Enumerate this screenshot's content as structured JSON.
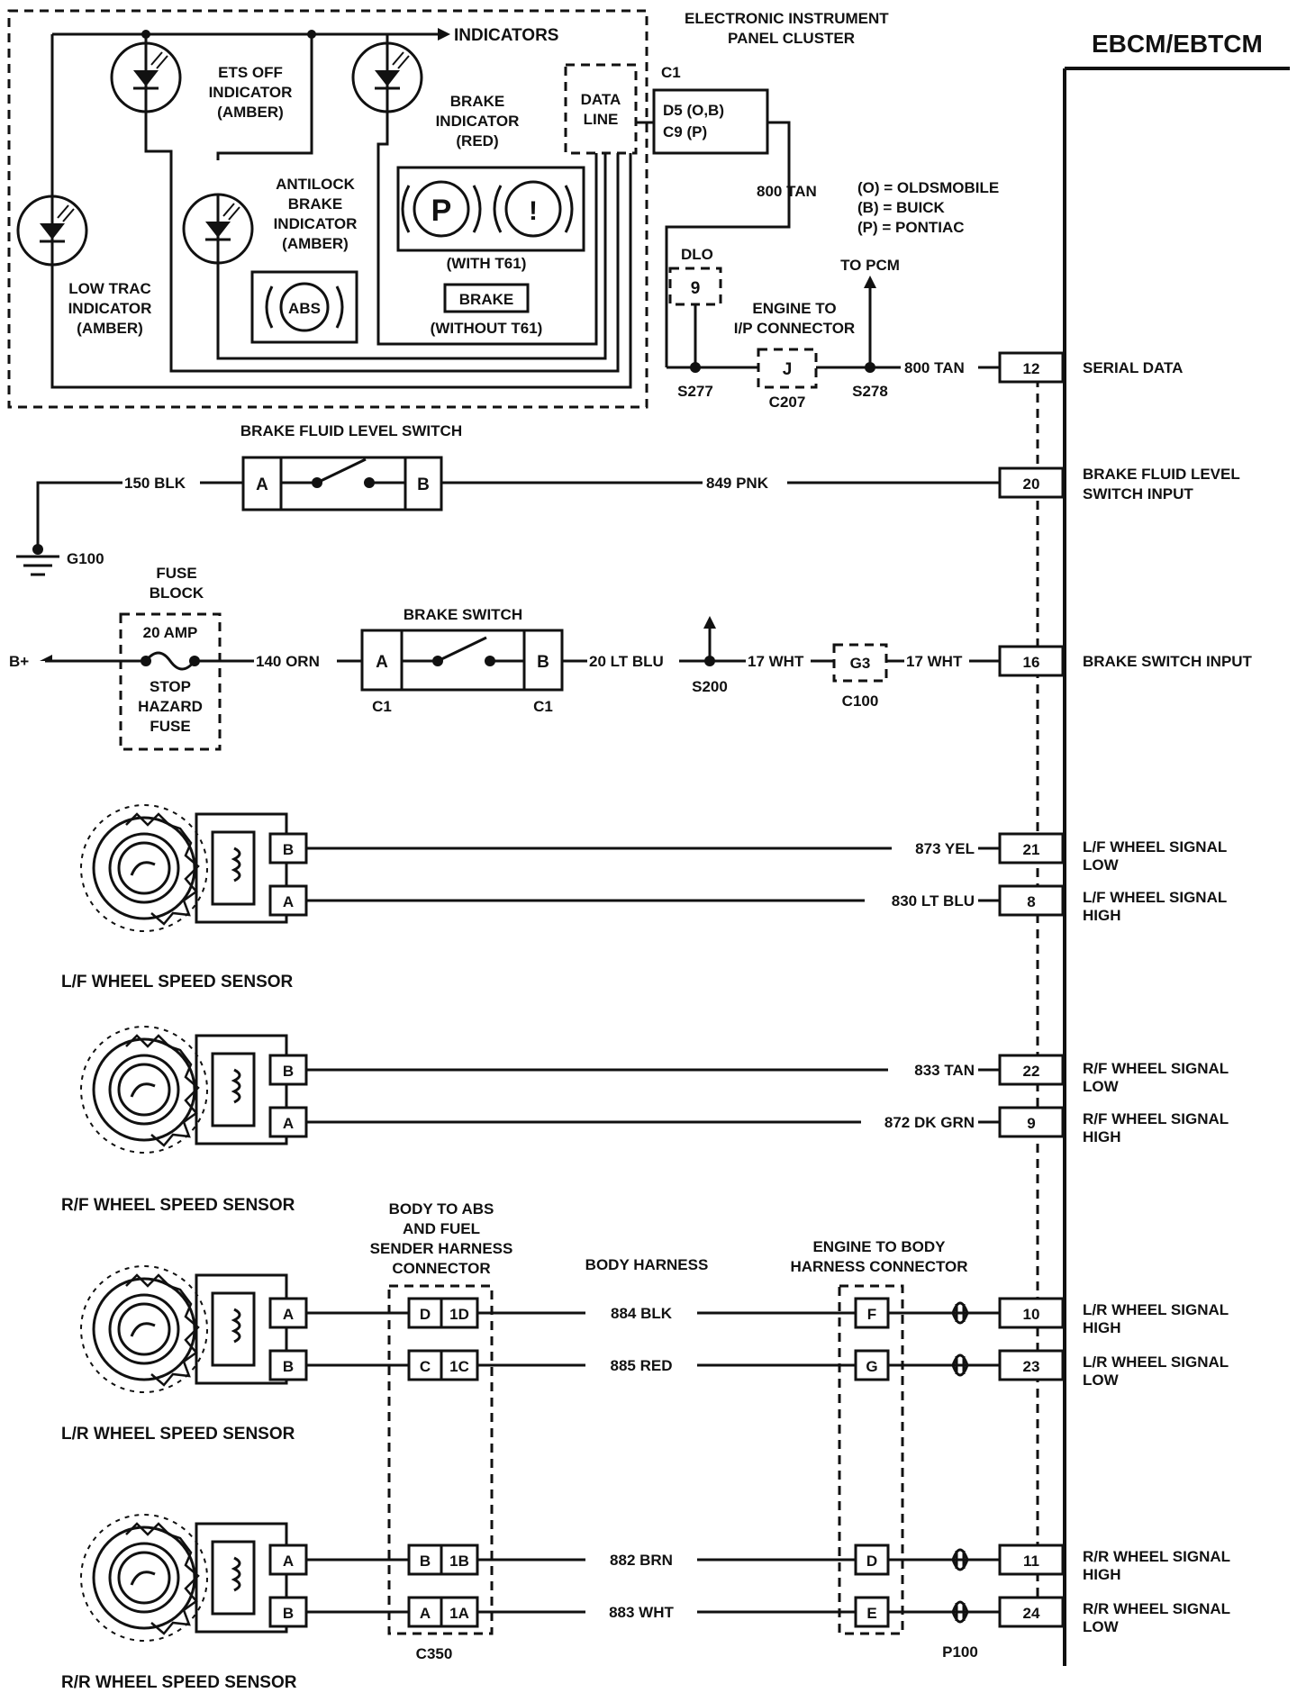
{
  "header": {
    "cluster_title_1": "ELECTRONIC INSTRUMENT",
    "cluster_title_2": "PANEL CLUSTER",
    "module": "EBCM/EBTCM"
  },
  "cluster": {
    "indicators_label": "INDICATORS",
    "ets_off": [
      "ETS OFF",
      "INDICATOR",
      "(AMBER)"
    ],
    "brake_ind": [
      "BRAKE",
      "INDICATOR",
      "(RED)"
    ],
    "antilock": [
      "ANTILOCK",
      "BRAKE",
      "INDICATOR",
      "(AMBER)"
    ],
    "low_trac": [
      "LOW TRAC",
      "INDICATOR",
      "(AMBER)"
    ],
    "data_line": [
      "DATA",
      "LINE"
    ],
    "abs_symbol": "ABS",
    "p_symbol": "P",
    "excl_symbol": "!",
    "with_t61": "(WITH T61)",
    "brake_word": "BRAKE",
    "without_t61": "(WITHOUT T61)"
  },
  "connector_c1": {
    "label": "C1",
    "pins": [
      "D5 (O,B)",
      "C9 (P)"
    ]
  },
  "serial": {
    "wire_tan_vertical": "800 TAN",
    "dlo": "DLO",
    "dlo_pin": "9",
    "to_pcm": "TO PCM",
    "eng_ip": [
      "ENGINE TO",
      "I/P CONNECTOR"
    ],
    "j": "J",
    "s277": "S277",
    "c207": "C207",
    "s278": "S278",
    "wire": "800 TAN",
    "pin": "12",
    "signal": "SERIAL DATA"
  },
  "legend": {
    "items": [
      "(O) = OLDSMOBILE",
      "(B) = BUICK",
      "(P) = PONTIAC"
    ]
  },
  "fluid": {
    "title": "BRAKE FLUID LEVEL SWITCH",
    "wire_left": "150 BLK",
    "a": "A",
    "b": "B",
    "wire_right": "849 PNK",
    "ground": "G100",
    "pin": "20",
    "signal": [
      "BRAKE FLUID LEVEL",
      "SWITCH INPUT"
    ]
  },
  "brake_switch": {
    "fuse_block": [
      "FUSE",
      "BLOCK"
    ],
    "amp": "20 AMP",
    "fuse_name": [
      "STOP",
      "HAZARD",
      "FUSE"
    ],
    "bplus": "B+",
    "wire1": "140 ORN",
    "title": "BRAKE SWITCH",
    "a": "A",
    "b": "B",
    "c1_left": "C1",
    "c1_right": "C1",
    "wire2": "20 LT BLU",
    "s200": "S200",
    "wire3": "17 WHT",
    "g3": "G3",
    "c100": "C100",
    "wire4": "17 WHT",
    "pin": "16",
    "signal": "BRAKE SWITCH INPUT"
  },
  "sensors": [
    {
      "name": "L/F WHEEL SPEED SENSOR",
      "pin_top": "B",
      "pin_bot": "A",
      "wire_top": "873 YEL",
      "wire_bot": "830 LT BLU",
      "cav_top": "21",
      "cav_bot": "8",
      "sig_top": [
        "L/F WHEEL SIGNAL",
        "LOW"
      ],
      "sig_bot": [
        "L/F WHEEL SIGNAL",
        "HIGH"
      ]
    },
    {
      "name": "R/F WHEEL SPEED SENSOR",
      "pin_top": "B",
      "pin_bot": "A",
      "wire_top": "833 TAN",
      "wire_bot": "872 DK GRN",
      "cav_top": "22",
      "cav_bot": "9",
      "sig_top": [
        "R/F WHEEL SIGNAL",
        "LOW"
      ],
      "sig_bot": [
        "R/F WHEEL SIGNAL",
        "HIGH"
      ]
    },
    {
      "name": "L/R WHEEL SPEED SENSOR",
      "pin_top": "A",
      "pin_bot": "B",
      "c350_top": [
        "D",
        "1D"
      ],
      "c350_bot": [
        "C",
        "1C"
      ],
      "wire_top": "884 BLK",
      "wire_bot": "885 RED",
      "eng_top": "F",
      "eng_bot": "G",
      "cav_top": "10",
      "cav_bot": "23",
      "sig_top": [
        "L/R WHEEL SIGNAL",
        "HIGH"
      ],
      "sig_bot": [
        "L/R WHEEL SIGNAL",
        "LOW"
      ]
    },
    {
      "name": "R/R WHEEL SPEED SENSOR",
      "pin_top": "A",
      "pin_bot": "B",
      "c350_top": [
        "B",
        "1B"
      ],
      "c350_bot": [
        "A",
        "1A"
      ],
      "wire_top": "882 BRN",
      "wire_bot": "883 WHT",
      "eng_top": "D",
      "eng_bot": "E",
      "cav_top": "11",
      "cav_bot": "24",
      "sig_top": [
        "R/R WHEEL SIGNAL",
        "HIGH"
      ],
      "sig_bot": [
        "R/R WHEEL SIGNAL",
        "LOW"
      ]
    }
  ],
  "rear": {
    "body_abs": [
      "BODY TO ABS",
      "AND FUEL",
      "SENDER HARNESS",
      "CONNECTOR"
    ],
    "body_harness": "BODY HARNESS",
    "eng_body": [
      "ENGINE TO BODY",
      "HARNESS CONNECTOR"
    ],
    "c350": "C350",
    "p100": "P100"
  }
}
